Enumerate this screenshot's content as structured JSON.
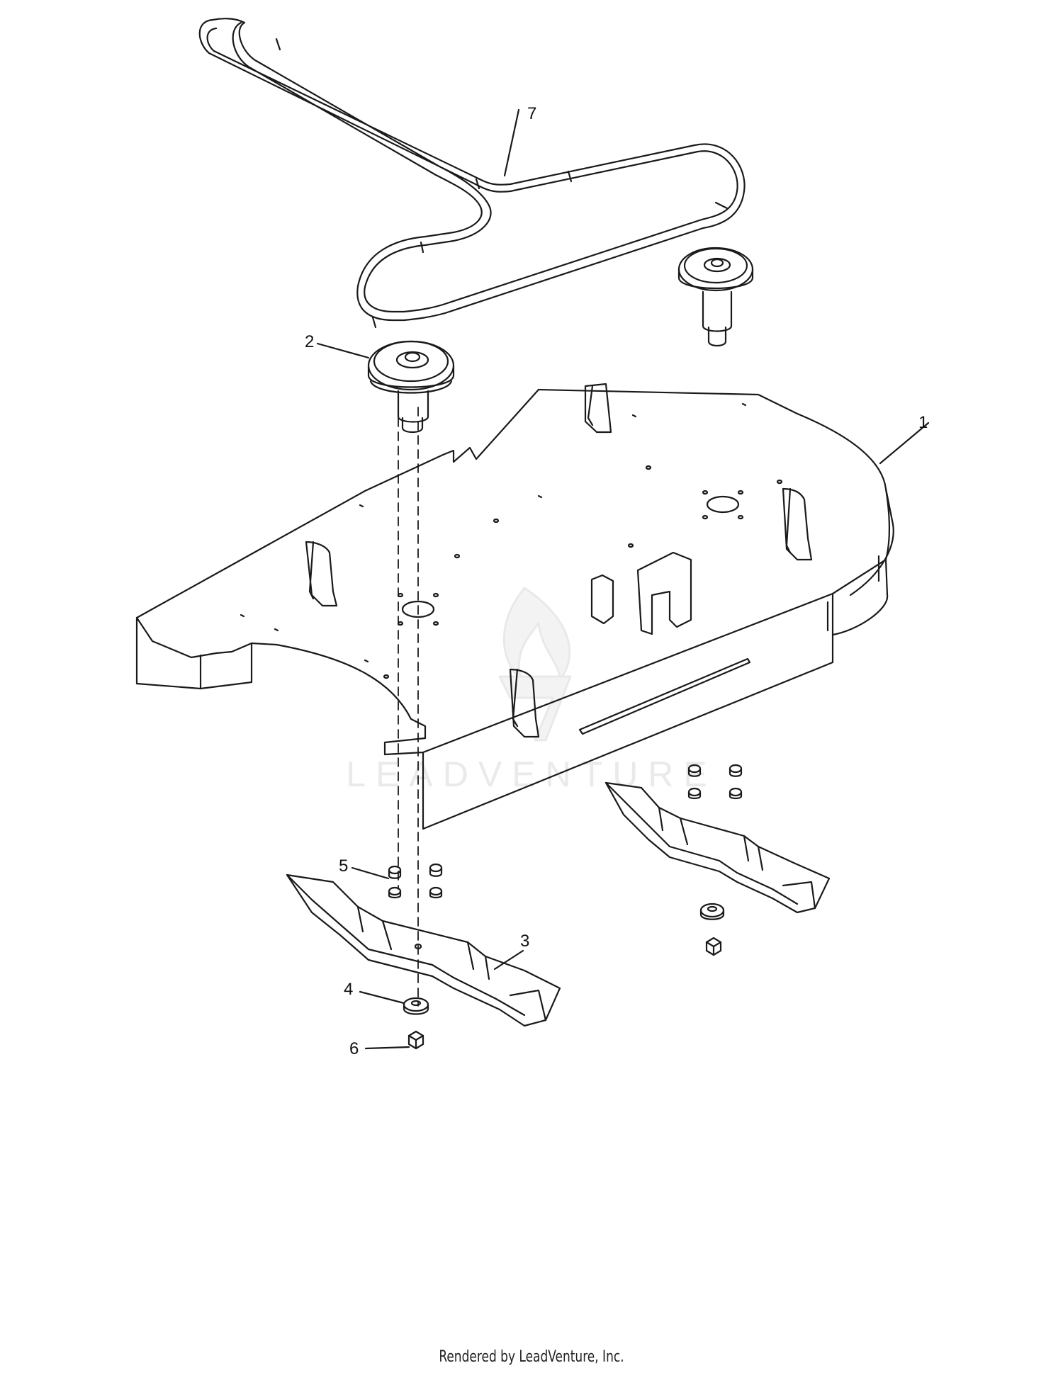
{
  "diagram": {
    "callouts": [
      {
        "id": "1",
        "label": "1"
      },
      {
        "id": "2",
        "label": "2"
      },
      {
        "id": "3",
        "label": "3"
      },
      {
        "id": "4",
        "label": "4"
      },
      {
        "id": "5",
        "label": "5"
      },
      {
        "id": "6",
        "label": "6"
      },
      {
        "id": "7",
        "label": "7"
      }
    ],
    "watermark": "LEADVENTURE",
    "line_color": "#1a1a1a"
  },
  "footer": {
    "text": "Rendered by LeadVenture, Inc."
  }
}
